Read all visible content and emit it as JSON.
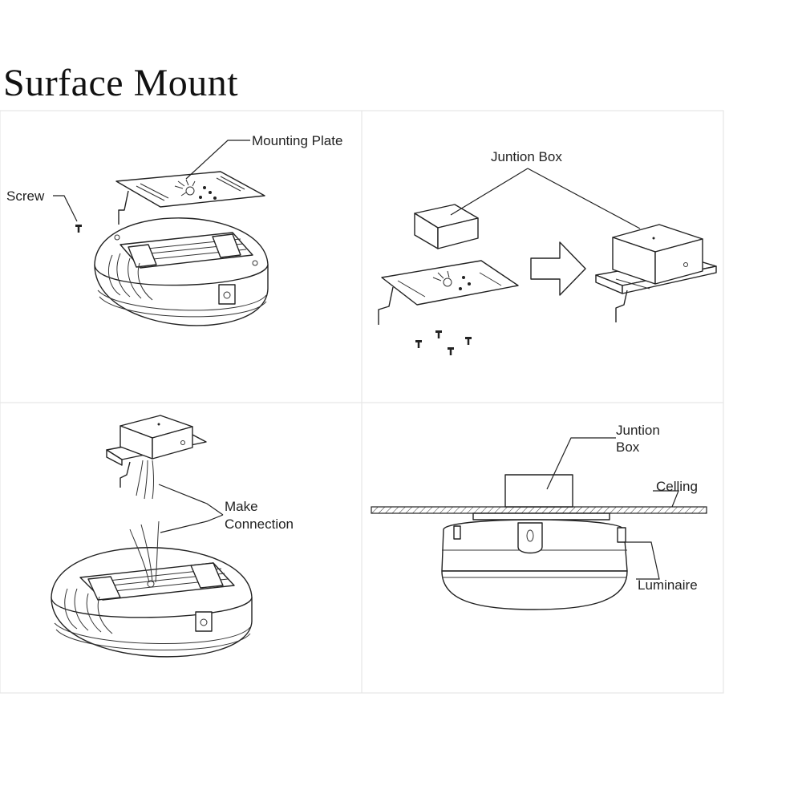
{
  "title": "Surface Mount",
  "panels": {
    "step1": {
      "mounting_plate": "Mounting Plate",
      "screw": "Screw"
    },
    "step2": {
      "junction_box": "Juntion Box"
    },
    "step3": {
      "make": "Make",
      "connection": "Connection"
    },
    "step4": {
      "junction": "Juntion",
      "box": "Box",
      "ceiling": "Celling",
      "luminaire": "Luminaire"
    }
  }
}
